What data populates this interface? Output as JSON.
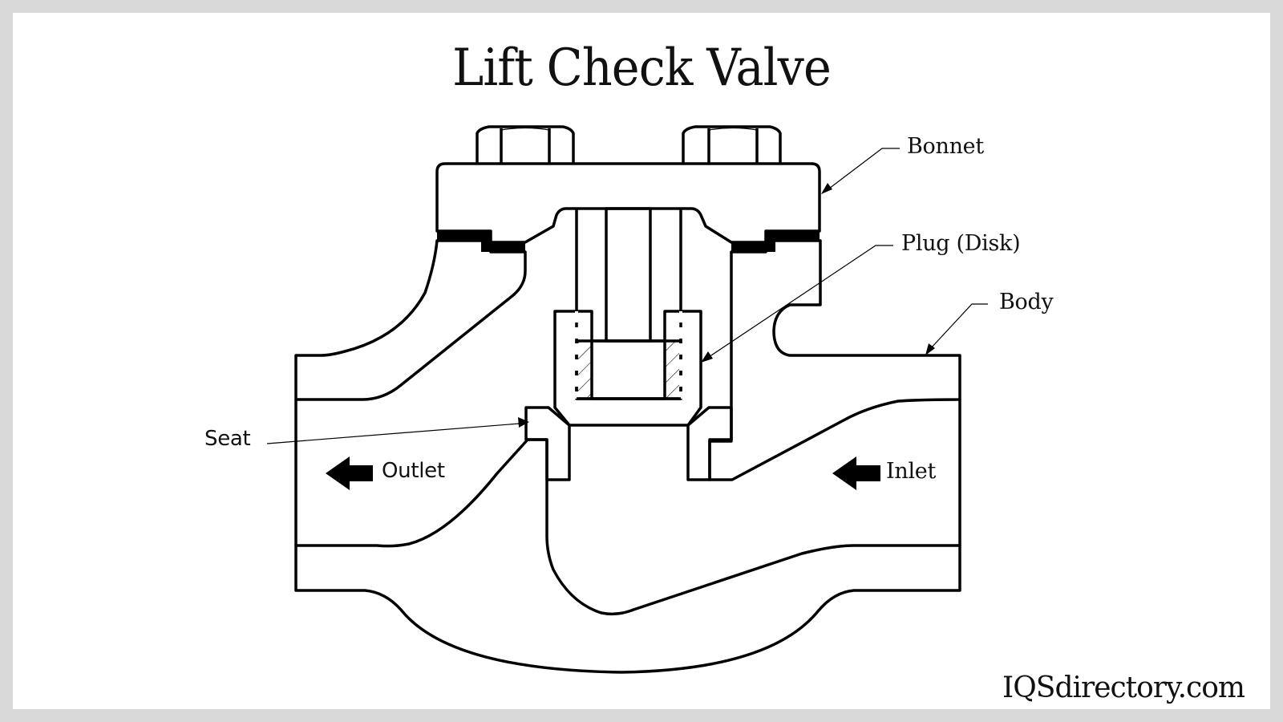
{
  "title": "Lift Check Valve",
  "labels": {
    "bonnet": "Bonnet",
    "plug": "Plug (Disk)",
    "body": "Body",
    "seat": "Seat",
    "outlet": "Outlet",
    "inlet": "Inlet"
  },
  "flow": {
    "outlet_arrow": "arrow-left-icon",
    "inlet_arrow": "arrow-left-icon",
    "direction": "right-to-left"
  },
  "watermark": "IQSdirectory.com",
  "colors": {
    "background_frame": "#d9d9d9",
    "panel": "#ffffff",
    "ink": "#000000"
  }
}
